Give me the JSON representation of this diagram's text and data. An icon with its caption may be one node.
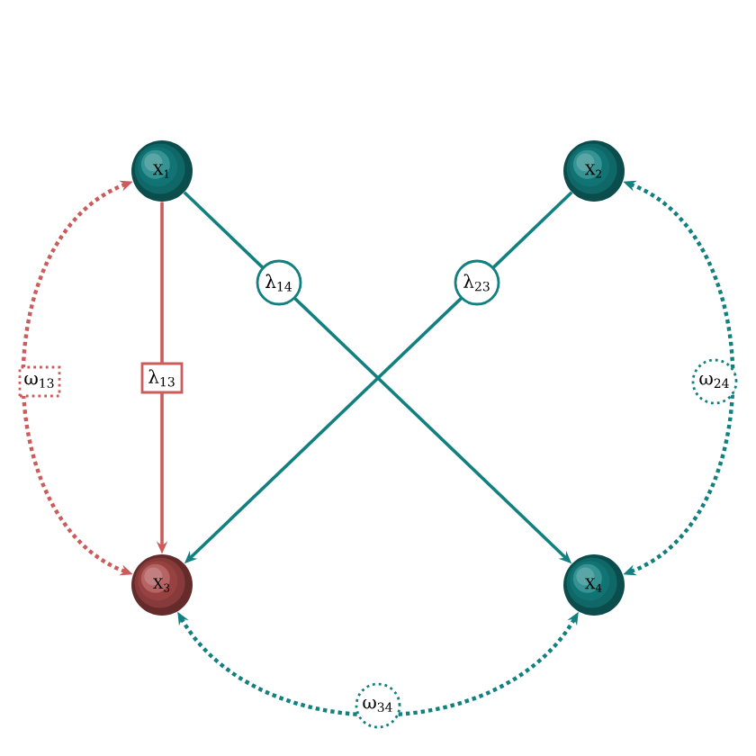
{
  "diagram": {
    "nodes": [
      {
        "text": [
          "X$_{1}$"
        ]
      },
      {
        "text": [
          "X$_{2}$"
        ]
      },
      {
        "text": [
          "X$_{3}$"
        ]
      },
      {
        "text": [
          "X$_{4}$"
        ]
      }
    ],
    "edges": [
      {
        "from": 0,
        "to": 3,
        "arrow": "to",
        "label": "λ$_{14}$"
      },
      {
        "from": 1,
        "to": 2,
        "arrow": "to",
        "label": "λ$_{23}$"
      },
      {
        "from": 0,
        "to": 2,
        "arrow": "to",
        "label": "λ$_{13}$",
        "color": "#cc5c5c"
      },
      {
        "from": 0,
        "to": 2,
        "arrow": "both",
        "label": "ω$_{13}$",
        "style": "dashed",
        "color": "#cc5c5c"
      },
      {
        "from": 1,
        "to": 3,
        "arrow": "both",
        "label": "ω$_{24}$",
        "style": "dashed"
      },
      {
        "from": 2,
        "to": 3,
        "arrow": "both",
        "label": "ω$_{34}$",
        "style": "dashed"
      }
    ]
  }
}
